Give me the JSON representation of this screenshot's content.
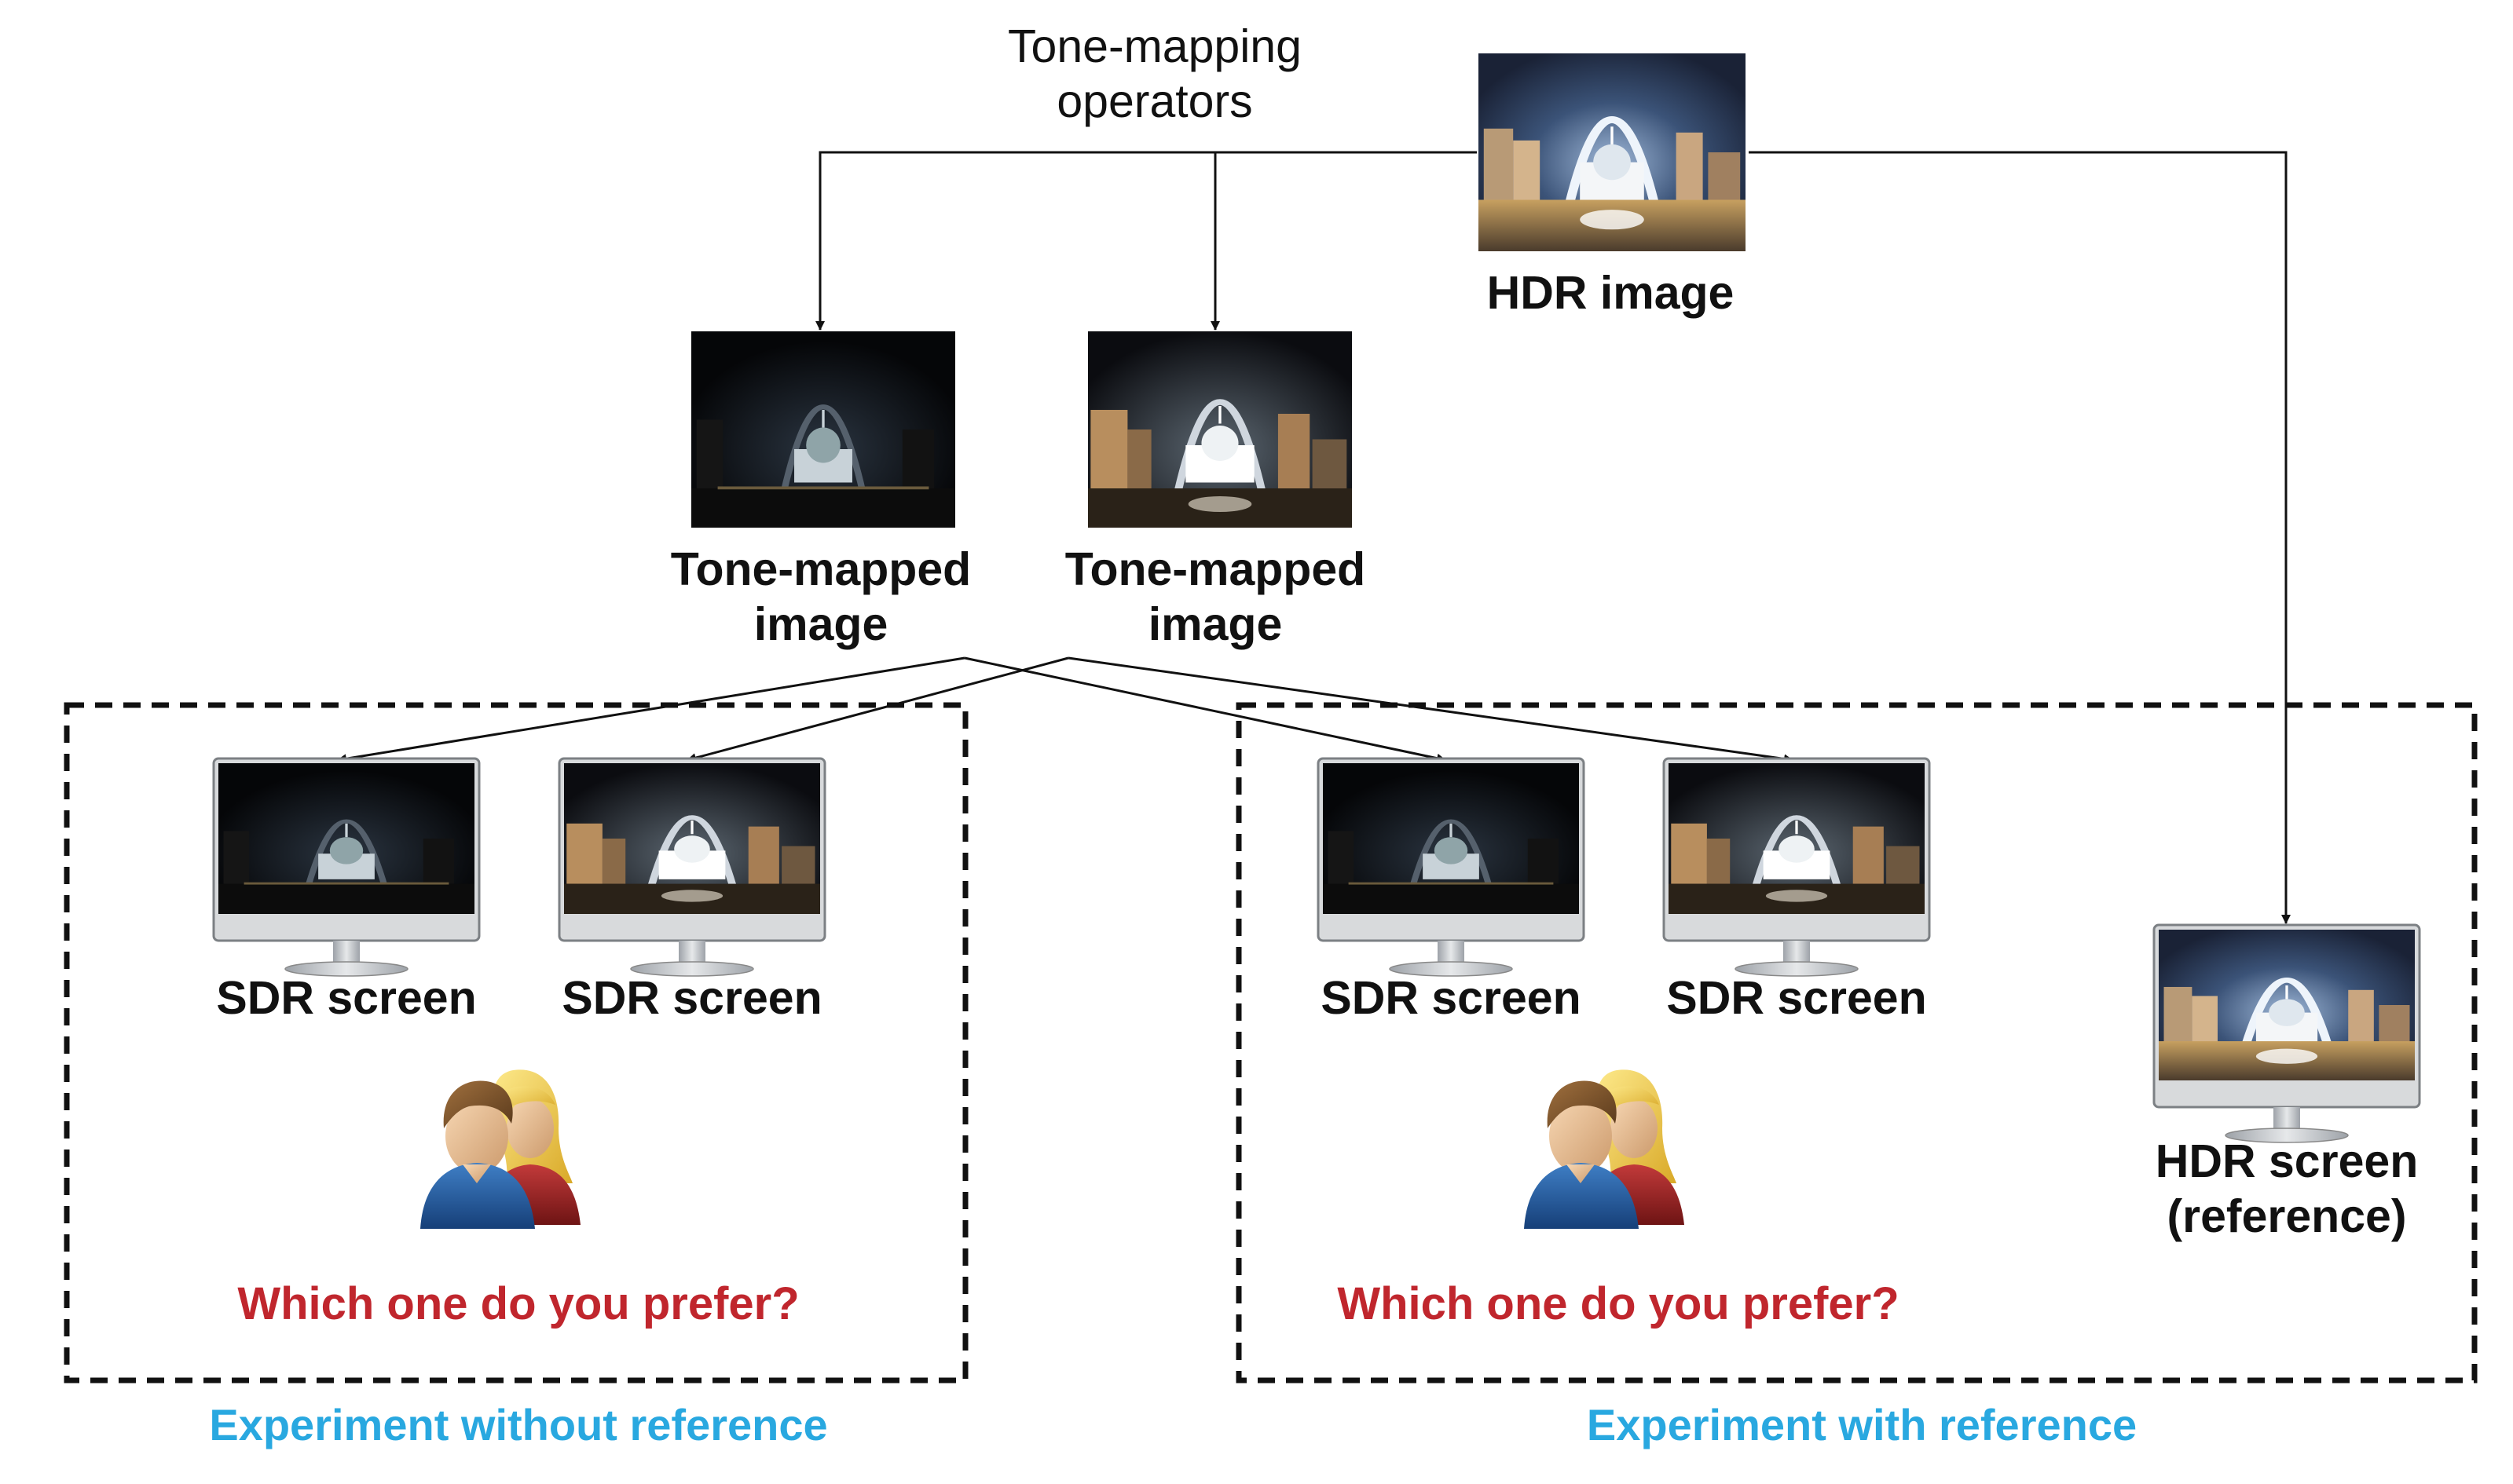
{
  "operators_label_line1": "Tone-mapping",
  "operators_label_line2": "operators",
  "hdr_image_label": "HDR image",
  "tonemapped_label_line1": "Tone-mapped",
  "tonemapped_label_line2": "image",
  "sdr_screen_label": "SDR screen",
  "hdr_screen_label_line1": "HDR screen",
  "hdr_screen_label_line2": "(reference)",
  "question": "Which one do you prefer?",
  "experiment_without_reference": "Experiment without reference",
  "experiment_with_reference": "Experiment with reference",
  "colors": {
    "question_red": "#c0262d",
    "experiment_blue": "#29a8e0",
    "line_black": "#111111"
  }
}
